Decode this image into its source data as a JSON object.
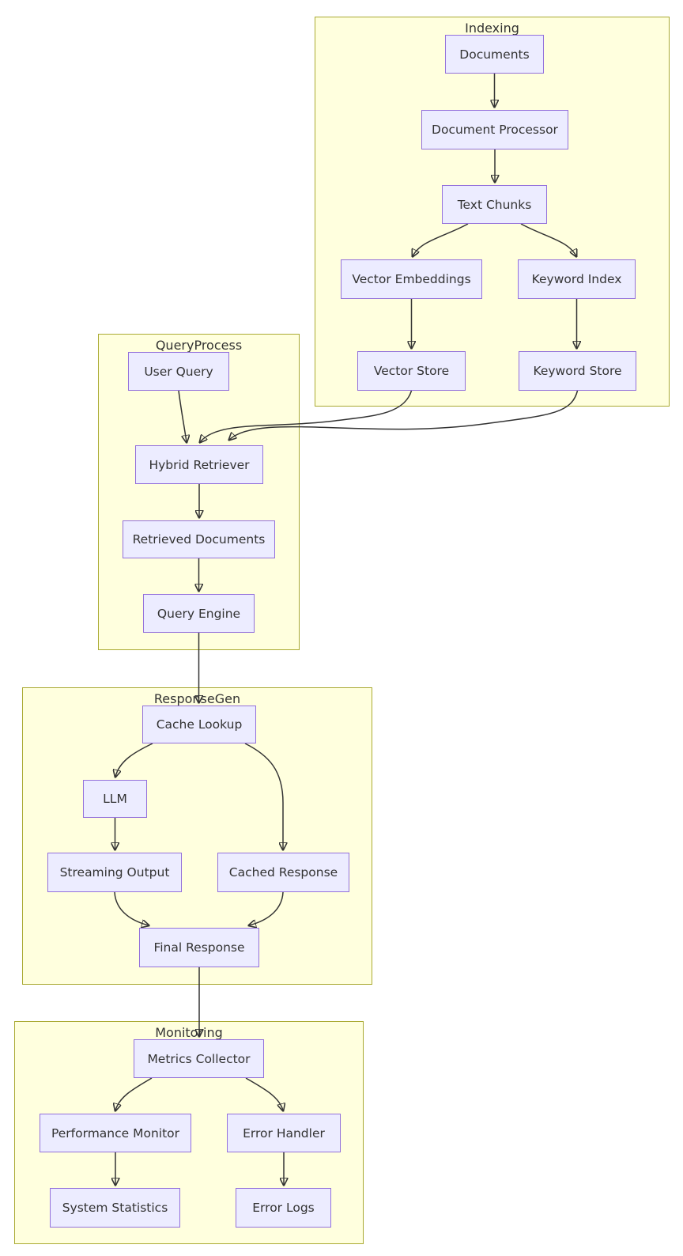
{
  "diagram": {
    "type": "flowchart-top-down",
    "subgraphs": [
      {
        "id": "Indexing",
        "label": "Indexing",
        "nodes": [
          {
            "id": "documents",
            "label": "Documents"
          },
          {
            "id": "document-processor",
            "label": "Document Processor"
          },
          {
            "id": "text-chunks",
            "label": "Text Chunks"
          },
          {
            "id": "vector-embeddings",
            "label": "Vector Embeddings"
          },
          {
            "id": "keyword-index",
            "label": "Keyword Index"
          },
          {
            "id": "vector-store",
            "label": "Vector Store"
          },
          {
            "id": "keyword-store",
            "label": "Keyword Store"
          }
        ]
      },
      {
        "id": "QueryProcess",
        "label": "QueryProcess",
        "nodes": [
          {
            "id": "user-query",
            "label": "User Query"
          },
          {
            "id": "hybrid-retriever",
            "label": "Hybrid Retriever"
          },
          {
            "id": "retrieved-documents",
            "label": "Retrieved Documents"
          },
          {
            "id": "query-engine",
            "label": "Query Engine"
          }
        ]
      },
      {
        "id": "ResponseGen",
        "label": "ResponseGen",
        "nodes": [
          {
            "id": "cache-lookup",
            "label": "Cache Lookup"
          },
          {
            "id": "llm",
            "label": "LLM"
          },
          {
            "id": "streaming-output",
            "label": "Streaming Output"
          },
          {
            "id": "cached-response",
            "label": "Cached Response"
          },
          {
            "id": "final-response",
            "label": "Final Response"
          }
        ]
      },
      {
        "id": "Monitoring",
        "label": "Monitoring",
        "nodes": [
          {
            "id": "metrics-collector",
            "label": "Metrics Collector"
          },
          {
            "id": "performance-monitor",
            "label": "Performance Monitor"
          },
          {
            "id": "error-handler",
            "label": "Error Handler"
          },
          {
            "id": "system-statistics",
            "label": "System Statistics"
          },
          {
            "id": "error-logs",
            "label": "Error Logs"
          }
        ]
      }
    ],
    "edges": [
      {
        "from": "Documents",
        "to": "Document Processor"
      },
      {
        "from": "Document Processor",
        "to": "Text Chunks"
      },
      {
        "from": "Text Chunks",
        "to": "Vector Embeddings"
      },
      {
        "from": "Text Chunks",
        "to": "Keyword Index"
      },
      {
        "from": "Vector Embeddings",
        "to": "Vector Store"
      },
      {
        "from": "Keyword Index",
        "to": "Keyword Store"
      },
      {
        "from": "User Query",
        "to": "Hybrid Retriever"
      },
      {
        "from": "Vector Store",
        "to": "Hybrid Retriever"
      },
      {
        "from": "Keyword Store",
        "to": "Hybrid Retriever"
      },
      {
        "from": "Hybrid Retriever",
        "to": "Retrieved Documents"
      },
      {
        "from": "Retrieved Documents",
        "to": "Query Engine"
      },
      {
        "from": "Query Engine",
        "to": "Cache Lookup"
      },
      {
        "from": "Cache Lookup",
        "to": "LLM"
      },
      {
        "from": "Cache Lookup",
        "to": "Cached Response"
      },
      {
        "from": "LLM",
        "to": "Streaming Output"
      },
      {
        "from": "Streaming Output",
        "to": "Final Response"
      },
      {
        "from": "Cached Response",
        "to": "Final Response"
      },
      {
        "from": "Final Response",
        "to": "Metrics Collector"
      },
      {
        "from": "Metrics Collector",
        "to": "Performance Monitor"
      },
      {
        "from": "Metrics Collector",
        "to": "Error Handler"
      },
      {
        "from": "Performance Monitor",
        "to": "System Statistics"
      },
      {
        "from": "Error Handler",
        "to": "Error Logs"
      }
    ],
    "colors": {
      "node_fill": "#ECECFF",
      "node_border": "#9370DB",
      "cluster_fill": "#FFFFDE",
      "cluster_border": "#AAAA33",
      "edge": "#333333",
      "text": "#333333",
      "background": "#FFFFFF"
    }
  }
}
